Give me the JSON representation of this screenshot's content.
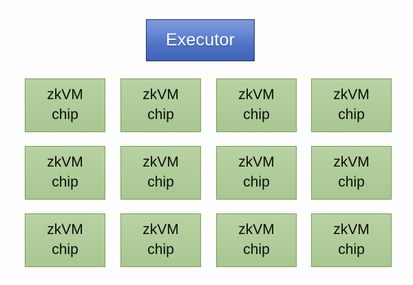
{
  "diagram": {
    "background_color": "#fefefe",
    "executor": {
      "label": "Executor",
      "fill_color": "#4f72c4",
      "border_color": "#24355f",
      "text_color": "#ffffff"
    },
    "chip": {
      "fill_color": "#b0cc99",
      "border_color": "#7c9e5c",
      "text_color": "#0c0c0c",
      "line1": "zkVM",
      "line2": "chip"
    },
    "grid": {
      "rows": [
        {
          "cells": [
            {
              "line1": "zkVM",
              "line2": "chip"
            },
            {
              "line1": "zkVM",
              "line2": "chip"
            },
            {
              "line1": "zkVM",
              "line2": "chip"
            },
            {
              "line1": "zkVM",
              "line2": "chip"
            }
          ]
        },
        {
          "cells": [
            {
              "line1": "zkVM",
              "line2": "chip"
            },
            {
              "line1": "zkVM",
              "line2": "chip"
            },
            {
              "line1": "zkVM",
              "line2": "chip"
            },
            {
              "line1": "zkVM",
              "line2": "chip"
            }
          ]
        },
        {
          "cells": [
            {
              "line1": "zkVM",
              "line2": "chip"
            },
            {
              "line1": "zkVM",
              "line2": "chip"
            },
            {
              "line1": "zkVM",
              "line2": "chip"
            },
            {
              "line1": "zkVM",
              "line2": "chip"
            }
          ]
        }
      ]
    }
  }
}
